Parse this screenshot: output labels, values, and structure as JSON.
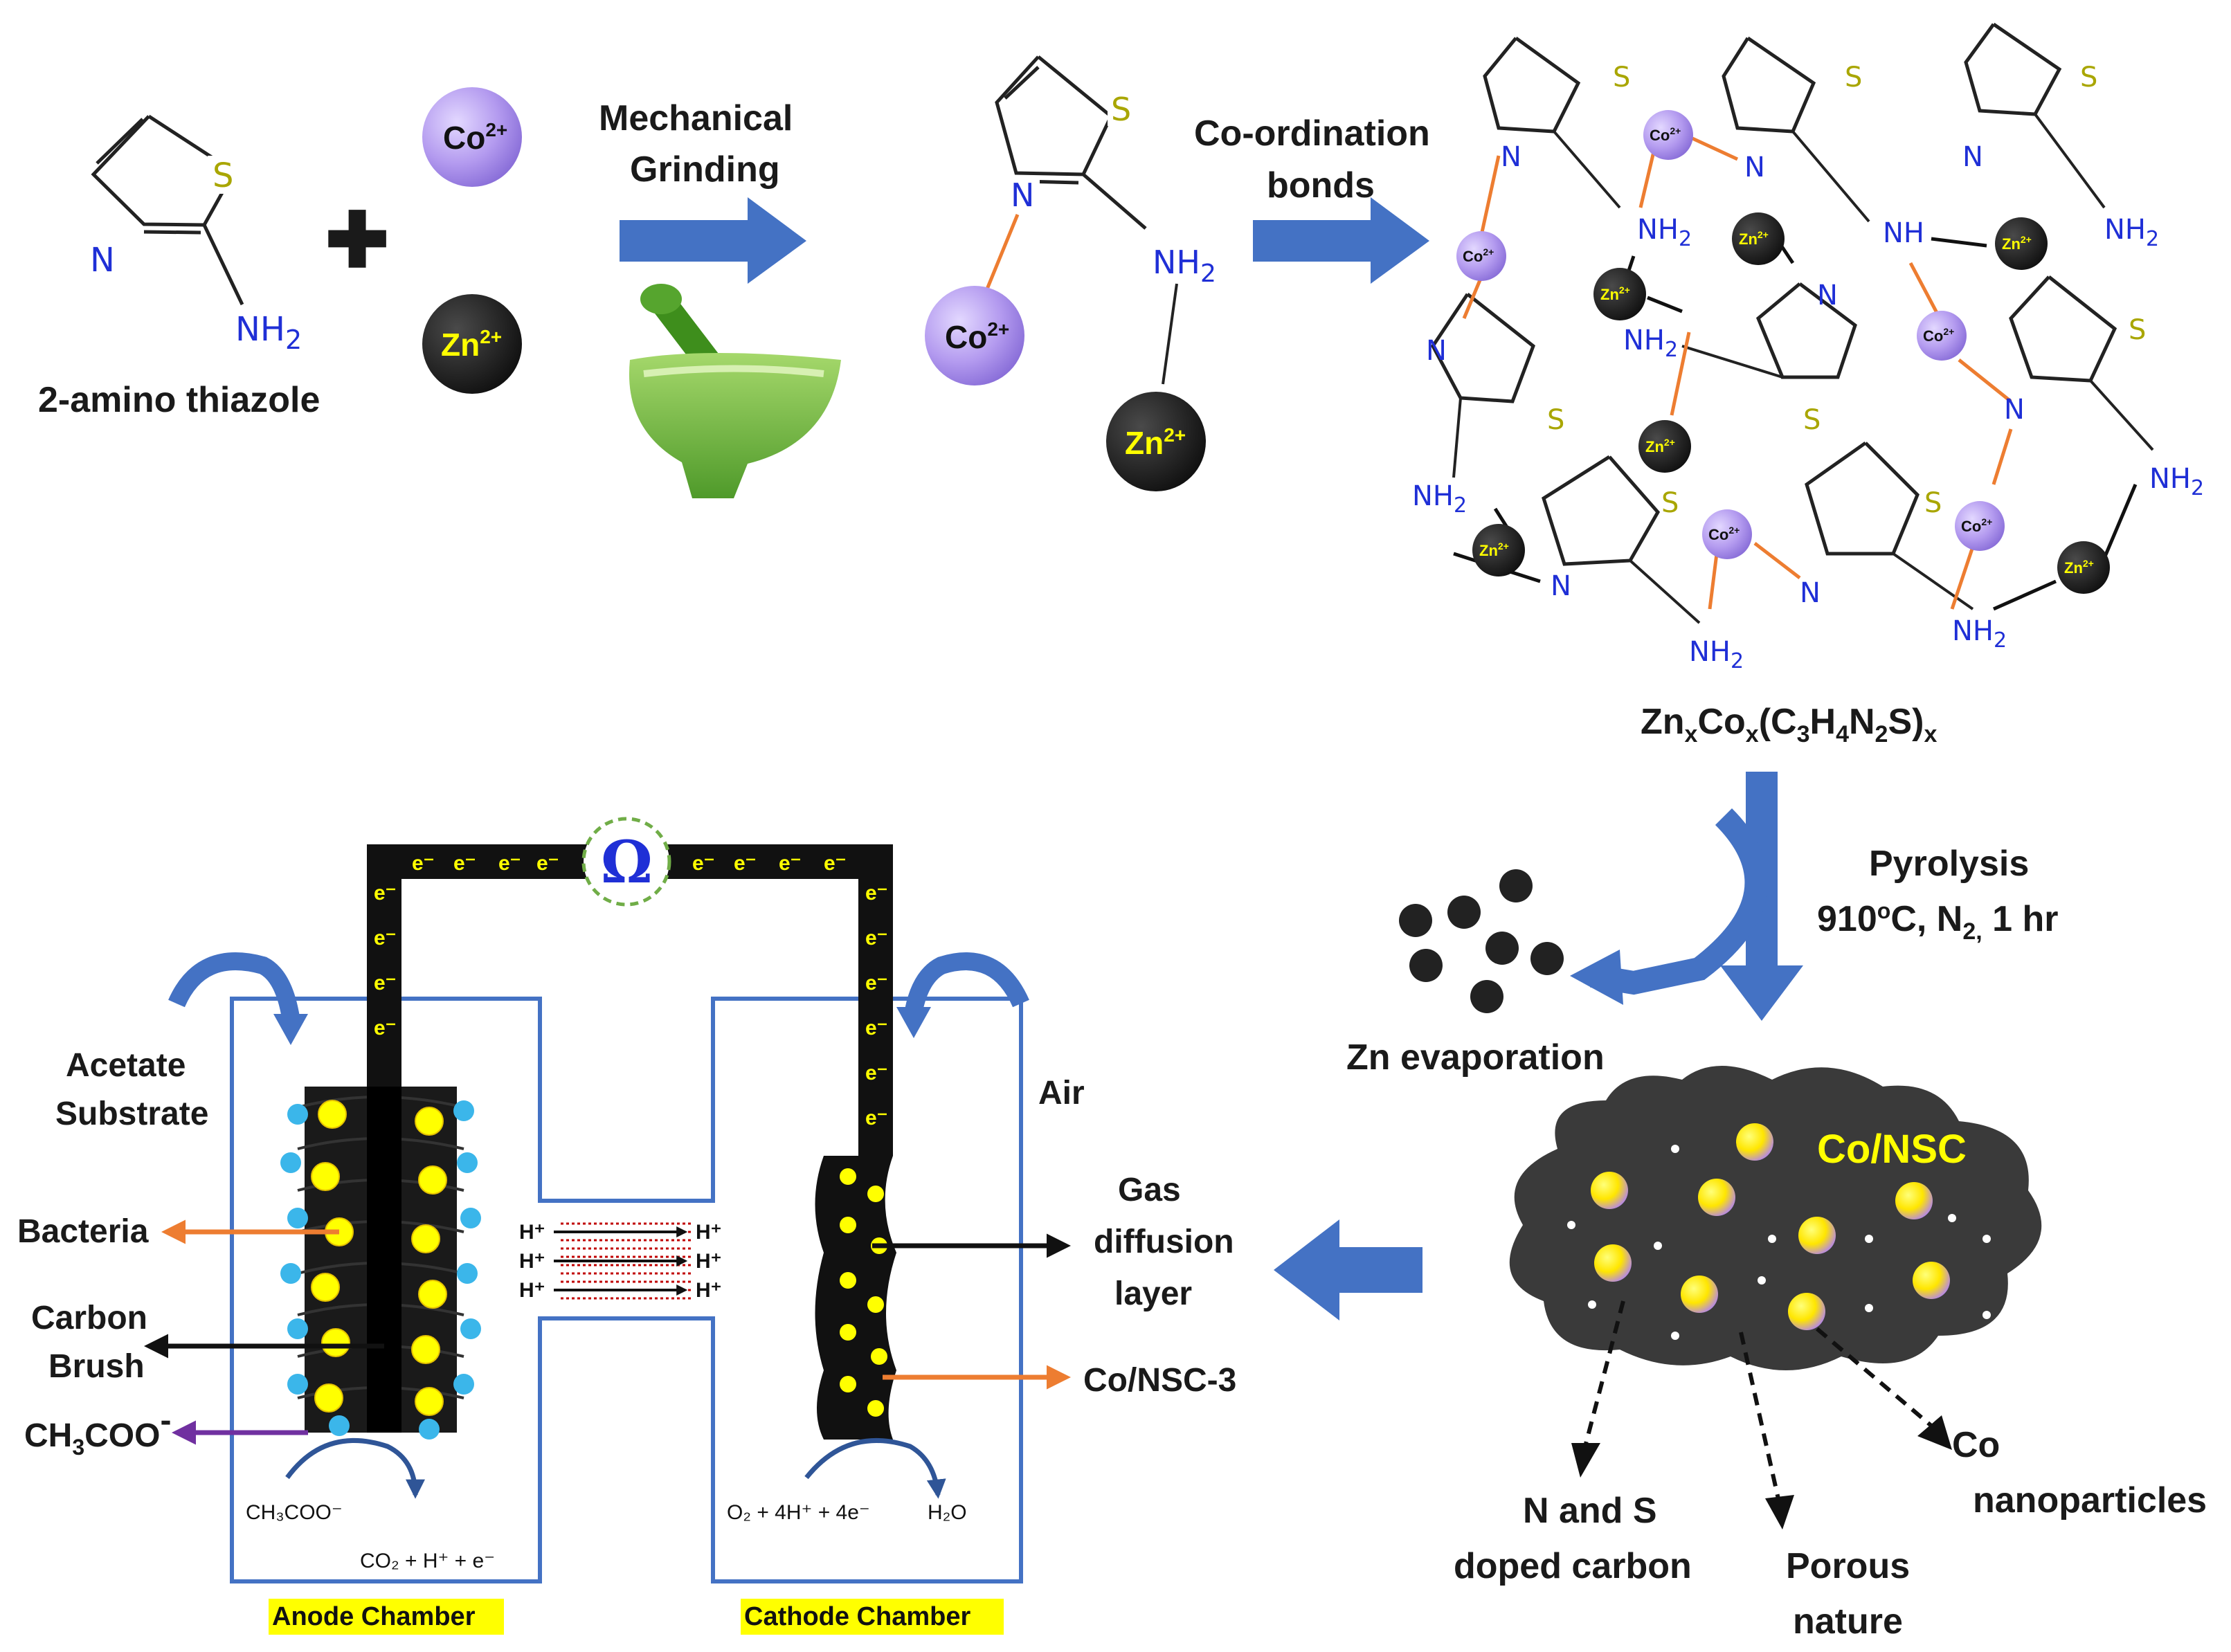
{
  "synthesis": {
    "reagent_name": "2-amino thiazole",
    "atom_N": "N",
    "atom_S": "S",
    "nh2": "NH",
    "nh2_sub": "2",
    "nh": "NH",
    "co_ion": "Co",
    "zn_ion": "Zn",
    "ion_charge": "2+",
    "plus_sign": "✚",
    "step1_line1": "Mechanical",
    "step1_line2": "Grinding",
    "step2_line1": "Co-ordination",
    "step2_line2": "bonds",
    "framework_formula": "ZnxCox(C3H4N2S)x",
    "formula_parts": {
      "zn": "Zn",
      "co": "Co",
      "x": "x",
      "open": "(C",
      "c3": "3",
      "h": "H",
      "h4": "4",
      "n": "N",
      "n2": "2",
      "s_close": "S)"
    }
  },
  "pyrolysis": {
    "title": "Pyrolysis",
    "conditions_temp": "910",
    "conditions_deg": "o",
    "conditions_rest": "C, N",
    "conditions_sub": "2,",
    "conditions_time": " 1 hr",
    "zn_evaporation": "Zn evaporation"
  },
  "product": {
    "name": "Co/NSC",
    "label_doped_line1": "N and S",
    "label_doped_line2": "doped carbon",
    "label_porous_line1": "Porous",
    "label_porous_line2": "nature",
    "label_co_line1": "Co",
    "label_co_line2": "nanoparticles"
  },
  "mfc": {
    "resistor_symbol": "Ω",
    "electron": "e⁻",
    "proton": "H⁺",
    "anode_chamber": "Anode Chamber",
    "cathode_chamber": "Cathode Chamber",
    "acetate_line1": "Acetate",
    "acetate_line2": "Substrate",
    "bacteria": "Bacteria",
    "carbon_line1": "Carbon",
    "carbon_line2": "Brush",
    "ch3coo_main": "CH",
    "ch3coo_sub": "3",
    "ch3coo_rest": "COO",
    "ch3coo_minus": "-",
    "anode_reactant": "CH₃COO⁻",
    "anode_products": "CO₂ + H⁺ + e⁻",
    "air": "Air",
    "gas_line1": "Gas",
    "gas_line2": "diffusion",
    "gas_line3": "layer",
    "catalyst_label": "Co/NSC-3",
    "cathode_reaction": "O₂ + 4H⁺ + 4e⁻",
    "cathode_product": "H₂O"
  },
  "colors": {
    "arrow_blue": "#4472c4",
    "arrow_dark_blue": "#2f5597",
    "cobalt_purple": "#b39aef",
    "zinc_black": "#222222",
    "nitrogen_blue": "#1f2fd6",
    "sulfur_yellow": "#a9a600",
    "bond_orange": "#ed7d31",
    "mortar_green": "#7ac142",
    "label_yellow": "#ffff00",
    "bacteria_cyan": "#3bb6ea",
    "cloud_gray": "#3a3a3a"
  }
}
